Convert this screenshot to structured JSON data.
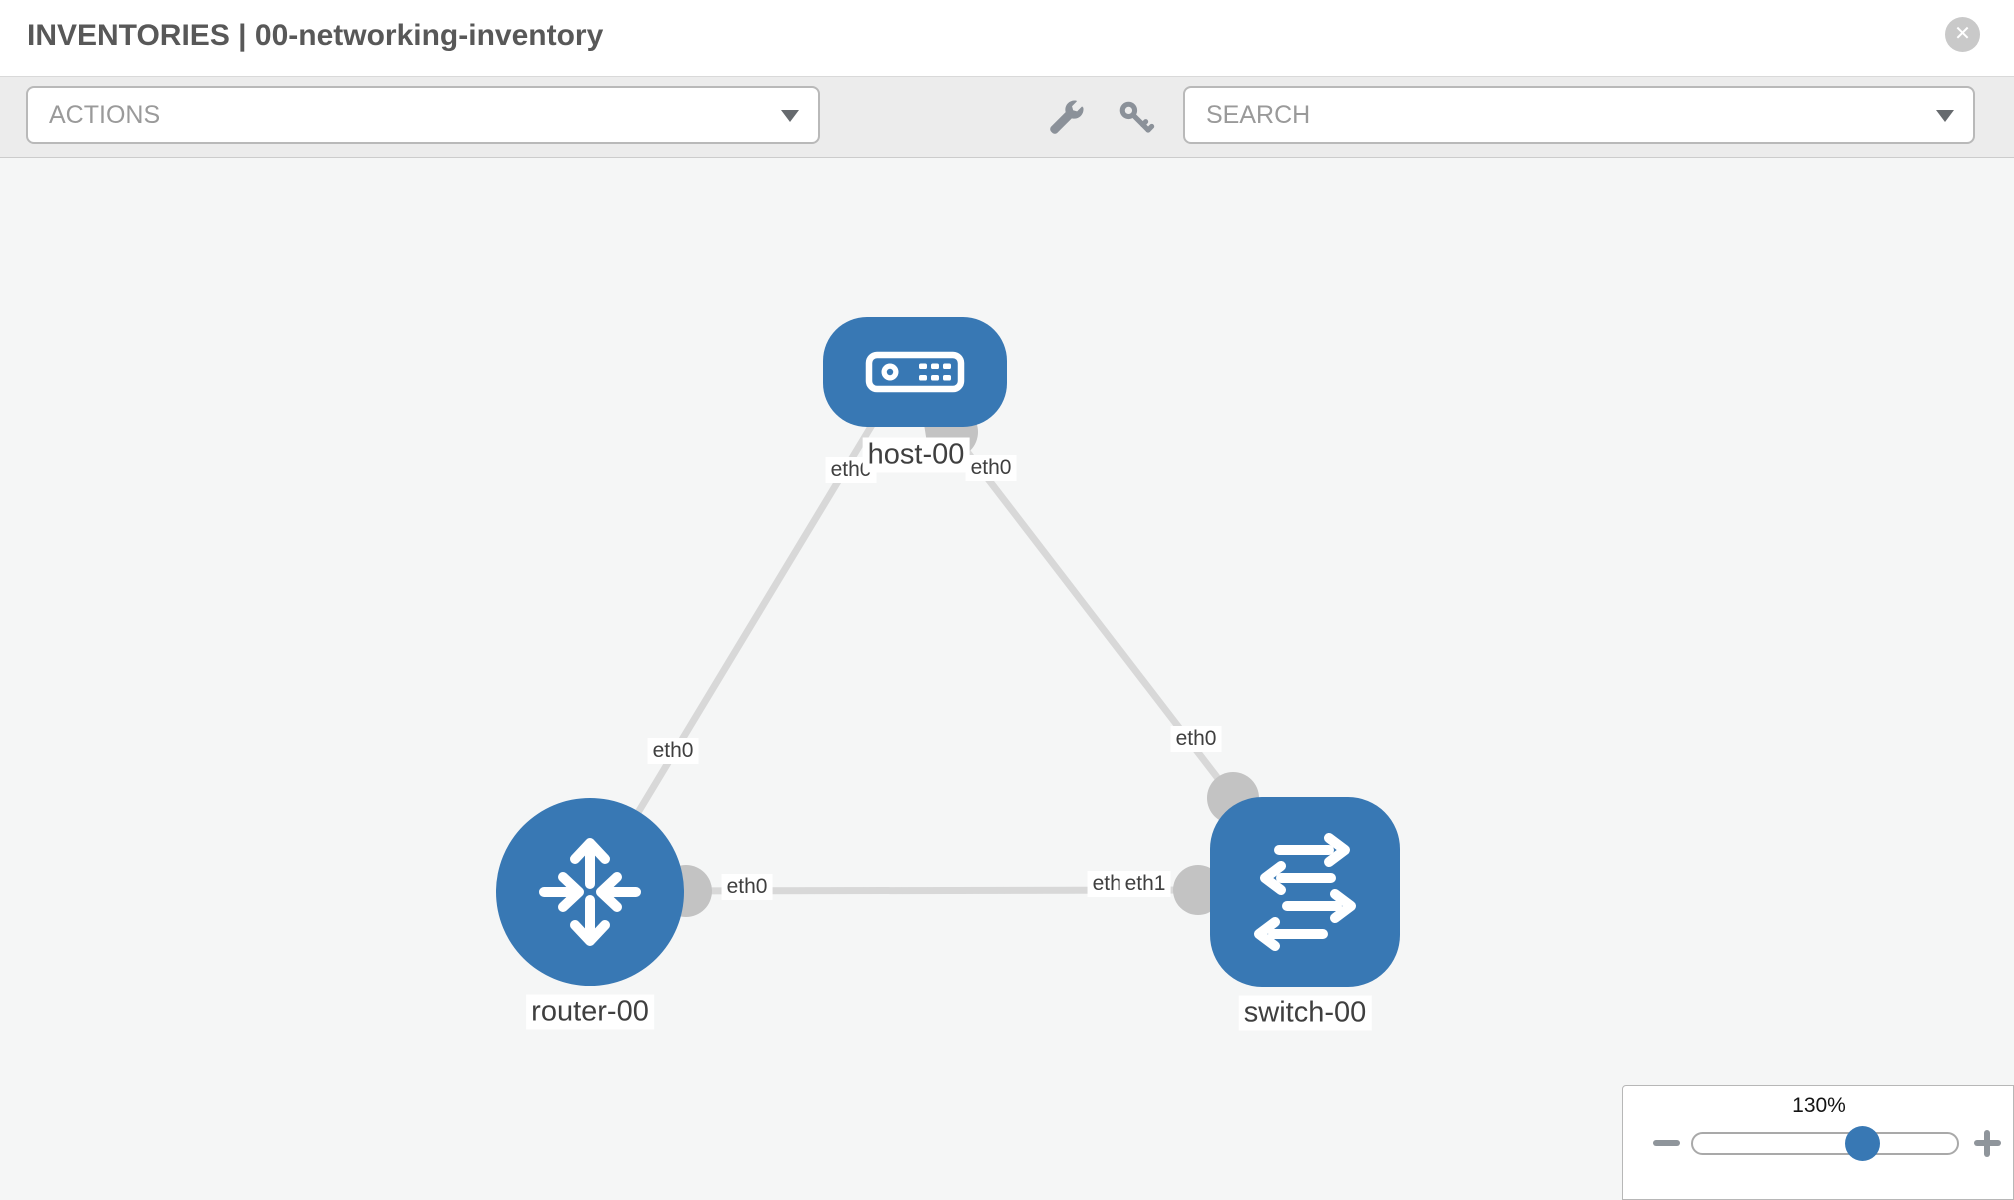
{
  "header": {
    "title": "INVENTORIES | 00-networking-inventory"
  },
  "toolbar": {
    "actions_label": "ACTIONS",
    "search_placeholder": "SEARCH"
  },
  "diagram": {
    "nodes": [
      {
        "id": "host-00",
        "label": "host-00",
        "type": "host"
      },
      {
        "id": "router-00",
        "label": "router-00",
        "type": "router"
      },
      {
        "id": "switch-00",
        "label": "switch-00",
        "type": "switch"
      }
    ],
    "links": [
      {
        "from": "router-00",
        "to": "host-00",
        "from_interface": "eth0",
        "to_interface": "eth0"
      },
      {
        "from": "host-00",
        "to": "switch-00",
        "from_interface": "eth0",
        "to_interface": "eth0"
      },
      {
        "from": "router-00",
        "to": "switch-00",
        "from_interface": "eth0",
        "to_interface": "eth1",
        "to_interface_overlapped": "eth0"
      }
    ]
  },
  "zoom": {
    "level": "130%"
  },
  "theme": {
    "node-blue": "#3878b4",
    "link-gray": "#d8d8d8",
    "connector-gray": "#c3c3c3",
    "icon-gray": "#8b9199",
    "text-dark": "#3f3f3f",
    "muted-gray": "#9a9a9a"
  }
}
